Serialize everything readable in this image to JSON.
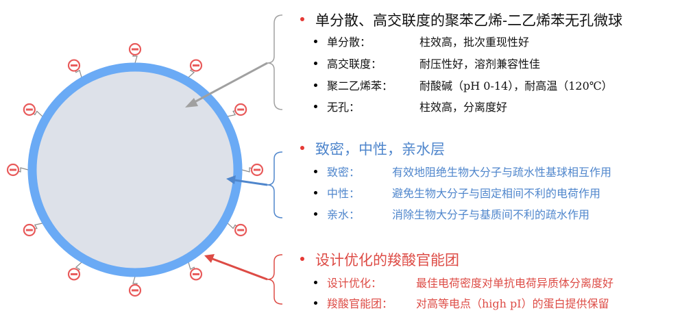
{
  "colors": {
    "ring": "#6aaaf5",
    "core": "#dde1e9",
    "charge": "#e85a5a",
    "black": "#111111",
    "blue": "#4f86cc",
    "red": "#dd4b45",
    "gray": "#a0a0a0"
  },
  "icons": {
    "charge": "minus-circle-icon"
  },
  "section1": {
    "title": "单分散、高交联度的聚苯乙烯-二乙烯苯无孔微球",
    "items": [
      {
        "label": "单分散：",
        "text": "柱效高，批次重现性好"
      },
      {
        "label": "高交联度：",
        "text": "耐压性好，溶剂兼容性佳"
      },
      {
        "label": "聚二乙烯苯：",
        "text": "耐酸碱（pH 0-14），耐高温（120℃）"
      },
      {
        "label": "无孔：",
        "text": "柱效高，分离度好"
      }
    ]
  },
  "section2": {
    "title": "致密，中性，亲水层",
    "items": [
      {
        "label": "致密：",
        "text": "有效地阻绝生物大分子与疏水性基球相互作用"
      },
      {
        "label": "中性：",
        "text": "避免生物大分子与固定相间不利的电荷作用"
      },
      {
        "label": "亲水：",
        "text": "消除生物大分子与基质间不利的疏水作用"
      }
    ]
  },
  "section3": {
    "title": "设计优化的羧酸官能团",
    "items": [
      {
        "label": "设计优化：",
        "text": "最佳电荷密度对单抗电荷异质体分离度好"
      },
      {
        "label": "羧酸官能团：",
        "text": "对高等电点（high pI）的蛋白提供保留"
      }
    ]
  }
}
